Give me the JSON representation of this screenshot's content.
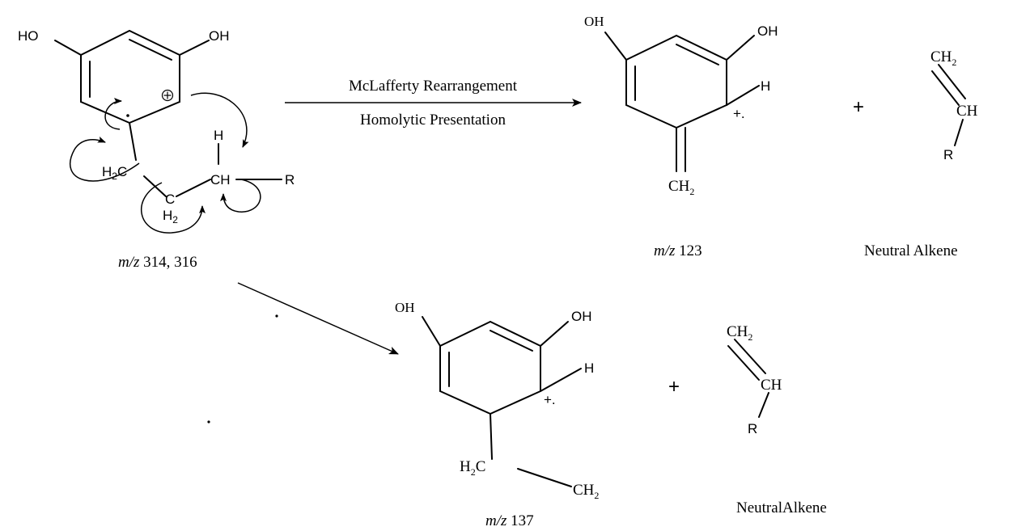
{
  "reaction": {
    "condition_top": "McLafferty Rearrangement",
    "condition_bottom": "Homolytic Presentation"
  },
  "parent": {
    "oh_left": "HO",
    "oh_right": "OH",
    "h2c_main": "H",
    "h2c_sub": "2",
    "h2c_c": "C",
    "c_label": "C",
    "h2_main": "H",
    "h2_sub": "2",
    "h_label": "H",
    "ch_label": "CH",
    "r_label": "R",
    "mz_italic": "m/z",
    "mz_value": " 314, 316"
  },
  "product_123": {
    "oh_left": "OH",
    "oh_right": "OH",
    "h_label": "H",
    "charge": "+.",
    "ch2_main": "CH",
    "ch2_sub": "2",
    "mz_italic": "m/z",
    "mz_value": " 123"
  },
  "alkene_1": {
    "ch2_main": "CH",
    "ch2_sub": "2",
    "ch_label": "CH",
    "r_label": "R",
    "caption": "Neutral Alkene"
  },
  "product_137": {
    "oh_left": "OH",
    "oh_right": "OH",
    "h_label": "H",
    "charge": "+.",
    "h2c_main": "H",
    "h2c_sub": "2",
    "h2c_c": "C",
    "ch2_main": "CH",
    "ch2_sub": "2",
    "mz_italic": "m/z",
    "mz_value": " 137"
  },
  "alkene_2": {
    "ch2_main": "CH",
    "ch2_sub": "2",
    "ch_label": "CH",
    "r_label": "R",
    "caption": "NeutralAlkene"
  },
  "plus_signs": [
    "+",
    "+"
  ]
}
